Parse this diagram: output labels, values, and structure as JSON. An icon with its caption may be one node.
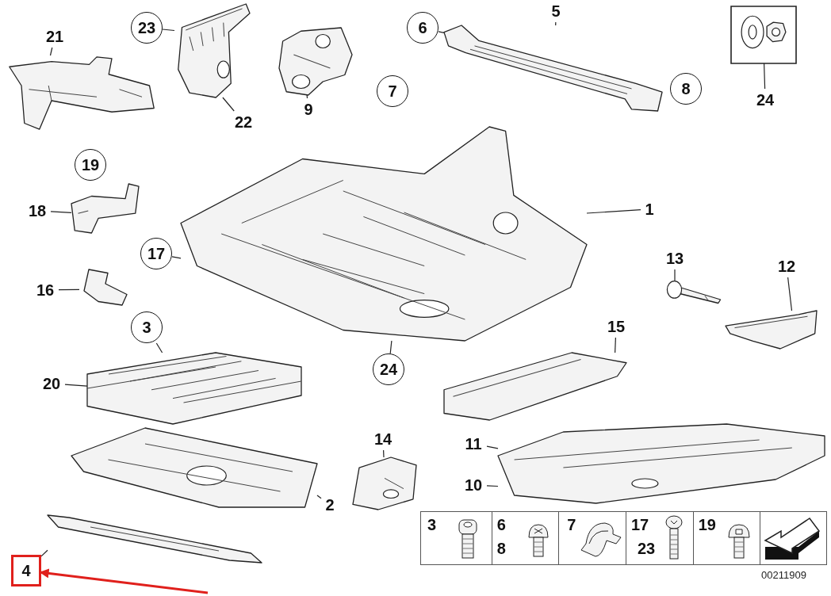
{
  "diagram": {
    "nodes": [
      {
        "text": [
          "21"
        ]
      },
      {
        "text": [],
        "shape": "picture"
      },
      {
        "text": [
          "23"
        ]
      },
      {
        "text": [],
        "shape": "picture"
      },
      {
        "text": [
          "22"
        ]
      },
      {
        "text": [],
        "shape": "picture"
      },
      {
        "text": [
          "9"
        ]
      },
      {
        "text": [
          "6"
        ]
      },
      {
        "text": [],
        "shape": "picture"
      },
      {
        "text": [
          "5"
        ]
      },
      {
        "text": [
          "8"
        ]
      },
      {
        "text": [
          "24"
        ]
      },
      {
        "text": [],
        "shape": "picture"
      },
      {
        "text": [
          "7"
        ]
      },
      {
        "text": [
          "19"
        ]
      },
      {
        "text": [
          "1"
        ]
      },
      {
        "text": [],
        "shape": "picture"
      },
      {
        "text": [
          "18"
        ]
      },
      {
        "text": [],
        "shape": "picture"
      },
      {
        "text": [
          "17"
        ]
      },
      {
        "text": [
          "16"
        ]
      },
      {
        "text": [],
        "shape": "picture"
      },
      {
        "text": [
          "3"
        ]
      },
      {
        "text": [
          "20"
        ]
      },
      {
        "text": [],
        "shape": "picture"
      },
      {
        "text": [
          "15"
        ]
      },
      {
        "text": [],
        "shape": "picture"
      },
      {
        "text": [
          "13"
        ]
      },
      {
        "text": [],
        "shape": "picture"
      },
      {
        "text": [
          "12"
        ]
      },
      {
        "text": [],
        "shape": "picture"
      },
      {
        "text": [
          "24"
        ]
      },
      {
        "text": [
          "14"
        ]
      },
      {
        "text": [],
        "shape": "picture"
      },
      {
        "text": [
          "11"
        ]
      },
      {
        "text": [],
        "shape": "picture"
      },
      {
        "text": [
          "10"
        ]
      },
      {
        "text": [],
        "shape": "picture"
      },
      {
        "text": [
          "2"
        ]
      },
      {
        "text": [],
        "shape": "picture"
      },
      {
        "text": [
          "4"
        ]
      }
    ],
    "edges": [
      {
        "from": 0,
        "to": 1,
        "arrow": "none"
      },
      {
        "from": 2,
        "to": 3,
        "arrow": "none"
      },
      {
        "from": 4,
        "to": 3,
        "arrow": "none"
      },
      {
        "from": 6,
        "to": 5,
        "arrow": "none"
      },
      {
        "from": 7,
        "to": 8,
        "arrow": "none"
      },
      {
        "from": 9,
        "to": 8,
        "arrow": "none"
      },
      {
        "from": 11,
        "to": 12,
        "arrow": "none"
      },
      {
        "from": 15,
        "to": 16,
        "arrow": "none"
      },
      {
        "from": 17,
        "to": 18,
        "arrow": "none"
      },
      {
        "from": 19,
        "to": 16,
        "arrow": "none"
      },
      {
        "from": 20,
        "to": 21,
        "arrow": "none"
      },
      {
        "from": 22,
        "to": 24,
        "arrow": "none"
      },
      {
        "from": 23,
        "to": 24,
        "arrow": "none"
      },
      {
        "from": 25,
        "to": 26,
        "arrow": "none"
      },
      {
        "from": 27,
        "to": 28,
        "arrow": "none"
      },
      {
        "from": 29,
        "to": 30,
        "arrow": "none"
      },
      {
        "from": 31,
        "to": 16,
        "arrow": "none"
      },
      {
        "from": 32,
        "to": 33,
        "arrow": "none"
      },
      {
        "from": 34,
        "to": 35,
        "arrow": "none"
      },
      {
        "from": 36,
        "to": 35,
        "arrow": "none"
      },
      {
        "from": 38,
        "to": 37,
        "arrow": "none"
      },
      {
        "from": 40,
        "to": 39,
        "arrow": "none"
      },
      {
        "from": null,
        "to": 40,
        "arrow": "to",
        "style": "thick",
        "color": "#e0201c"
      }
    ],
    "labels": [
      "3",
      "6",
      "8",
      "7",
      "17",
      "23",
      "19",
      "00211909"
    ]
  }
}
